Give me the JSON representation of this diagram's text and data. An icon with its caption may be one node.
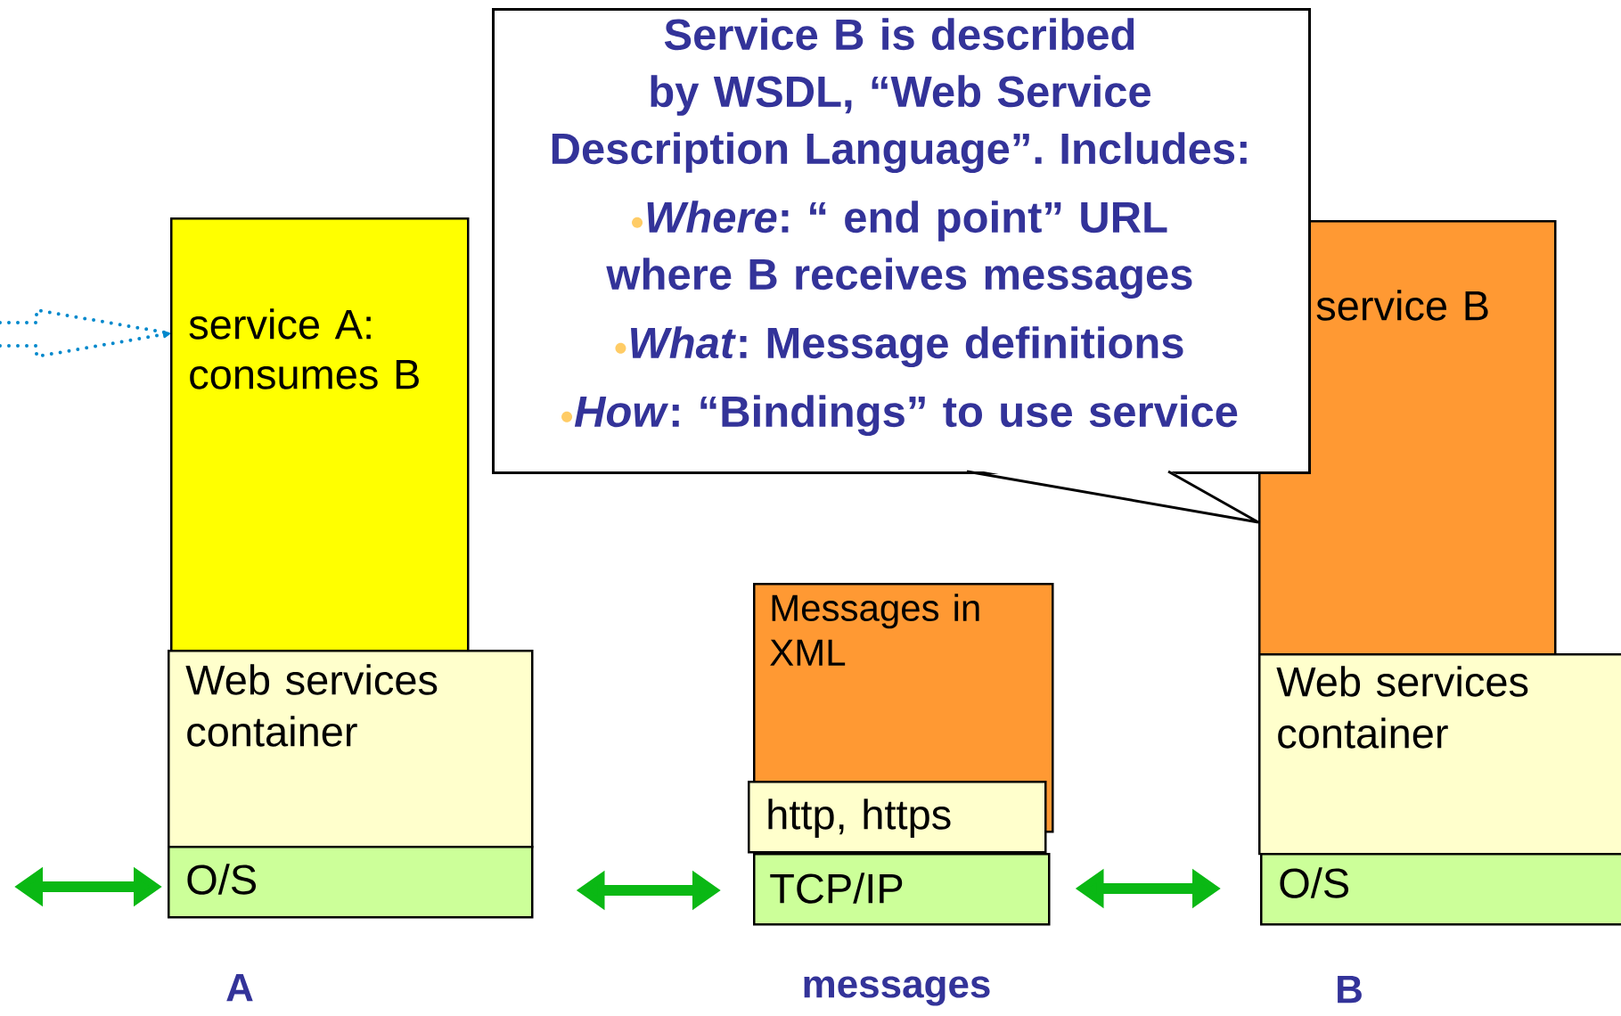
{
  "diagram": {
    "nodes": [
      {
        "text": [
          "Service B is described by WSDL, “Web Service Description Language”. Includes:",
          "*Where*: “ end point” URL where B receives messages",
          "*What*: Message definitions",
          "*How*: “Bindings” to use service"
        ]
      },
      {
        "text": [
          "service A: consumes B"
        ]
      },
      {
        "text": [
          "Web services container"
        ]
      },
      {
        "text": [
          "O/S"
        ]
      },
      {
        "text": [
          "service B"
        ]
      },
      {
        "text": [
          "Web services container"
        ]
      },
      {
        "text": [
          "O/S"
        ]
      },
      {
        "text": [
          "Messages in XML"
        ]
      },
      {
        "text": [
          "http, https"
        ]
      },
      {
        "text": [
          "TCP/IP"
        ]
      }
    ],
    "edges": [
      {
        "from": null,
        "to": 1,
        "arrow": "to",
        "style": "dashed",
        "color": "#0088cc"
      },
      {
        "from": null,
        "to": 3,
        "arrow": "both"
      },
      {
        "from": 3,
        "to": 9,
        "arrow": "both"
      },
      {
        "from": 9,
        "to": 6,
        "arrow": "both"
      },
      {
        "from": 0,
        "to": 4,
        "arrow": "none",
        "color": "#000000"
      }
    ],
    "labels": [
      "A",
      "messages",
      "B"
    ]
  }
}
